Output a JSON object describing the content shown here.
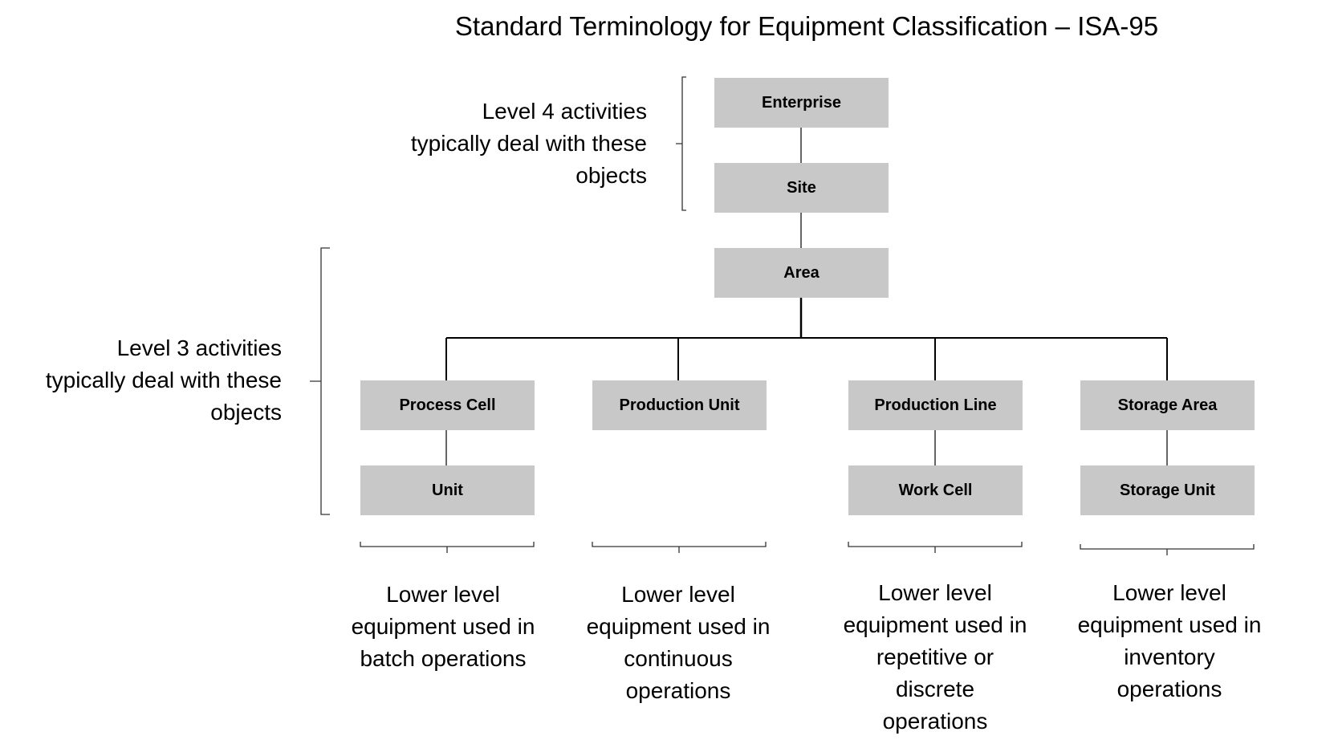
{
  "title": "Standard Terminology for Equipment Classification – ISA-95",
  "level4": {
    "line1": "Level 4 activities",
    "line2": "typically deal with these",
    "line3": "objects"
  },
  "level3": {
    "line1": "Level 3 activities",
    "line2": "typically deal with these",
    "line3": "objects"
  },
  "boxes": {
    "enterprise": "Enterprise",
    "site": "Site",
    "area": "Area",
    "process_cell": "Process Cell",
    "production_unit": "Production Unit",
    "production_line": "Production Line",
    "storage_area": "Storage Area",
    "unit": "Unit",
    "work_cell": "Work Cell",
    "storage_unit": "Storage Unit"
  },
  "descriptions": {
    "batch": [
      "Lower level",
      "equipment used in",
      "batch operations"
    ],
    "continuous": [
      "Lower level",
      "equipment used in",
      "continuous",
      "operations"
    ],
    "discrete": [
      "Lower level",
      "equipment used in",
      "repetitive or",
      "discrete",
      "operations"
    ],
    "inventory": [
      "Lower level",
      "equipment used in",
      "inventory",
      "operations"
    ]
  },
  "colors": {
    "box_fill": "#c8c8c8",
    "line": "#000000",
    "bracket": "#333333"
  }
}
